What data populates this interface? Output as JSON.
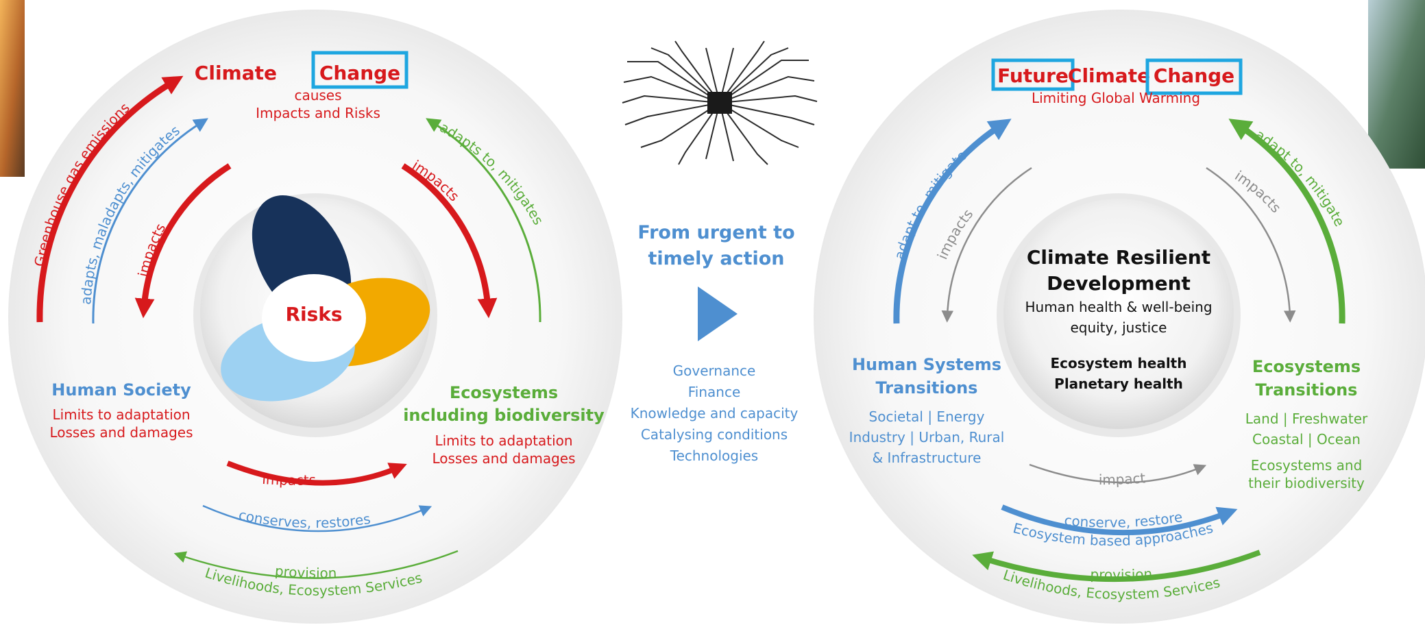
{
  "colors": {
    "red": "#d7191c",
    "blue": "#4e8fd0",
    "green": "#5aad3a",
    "grey": "#8c8c8c",
    "navy": "#17325a",
    "orange": "#f2a900",
    "lightblue": "#9dd1f2",
    "highlight": "#1ea6e0",
    "dark": "#111111"
  },
  "left": {
    "title_a": "Climate",
    "title_b": "Change",
    "subtitle1": "causes",
    "subtitle2": "Impacts and Risks",
    "arc_ghg": "Greenhouse gas emissions",
    "arc_adapts": "adapts, maladapts, mitigates",
    "arc_impacts_left": "impacts",
    "arc_adapts_to": "adapts to, mitigates",
    "arc_impacts_right": "impacts",
    "center": "Risks",
    "human_title": "Human Society",
    "human_l1": "Limits to adaptation",
    "human_l2": "Losses and damages",
    "eco_title1": "Ecosystems",
    "eco_title2": "including biodiversity",
    "eco_l1": "Limits to adaptation",
    "eco_l2": "Losses and damages",
    "bottom_impacts": "impacts",
    "bottom_conserves": "conserves, restores",
    "bottom_provision": "provision",
    "bottom_livelihoods": "Livelihoods, Ecosystem Services"
  },
  "middle": {
    "heading1": "From urgent to",
    "heading2": "timely action",
    "items": [
      "Governance",
      "Finance",
      "Knowledge and capacity",
      "Catalysing conditions",
      "Technologies"
    ]
  },
  "right": {
    "title_a": "Future",
    "title_b": "Climate",
    "title_c": "Change",
    "subtitle": "Limiting Global Warming",
    "arc_adapt_left": "adapt to, mitigate",
    "arc_impacts_left": "impacts",
    "arc_impacts_right": "impacts",
    "arc_adapt_right": "adapt to, mitigate",
    "center_title1": "Climate Resilient",
    "center_title2": "Development",
    "center_l1": "Human health & well-being",
    "center_l2": "equity, justice",
    "center_l3": "Ecosystem health",
    "center_l4": "Planetary health",
    "human_title1": "Human Systems",
    "human_title2": "Transitions",
    "human_l1": "Societal | Energy",
    "human_l2": "Industry | Urban, Rural",
    "human_l3": "& Infrastructure",
    "eco_title1": "Ecosystems",
    "eco_title2": "Transitions",
    "eco_l1": "Land | Freshwater",
    "eco_l2": "Coastal | Ocean",
    "eco_l3": "Ecosystems and",
    "eco_l4": "their biodiversity",
    "bottom_impact": "impact",
    "bottom_conserve": "conserve, restore",
    "bottom_eba": "Ecosystem based approaches",
    "bottom_provision": "provision",
    "bottom_livelihoods": "Livelihoods, Ecosystem Services"
  }
}
